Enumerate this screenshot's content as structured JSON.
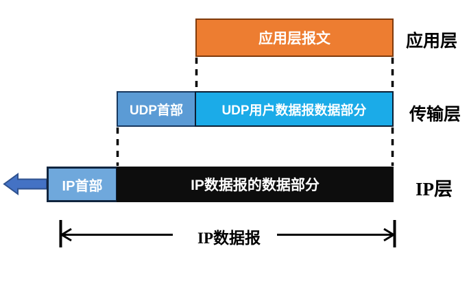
{
  "layers": {
    "application": {
      "label": "应用层",
      "message": "应用层报文"
    },
    "transport": {
      "label": "传输层",
      "header": "UDP首部",
      "data": "UDP用户数据报数据部分"
    },
    "ip": {
      "label": "IP层",
      "header": "IP首部",
      "data": "IP数据报的数据部分"
    }
  },
  "measure": {
    "label": "IP数据报"
  },
  "colors": {
    "app_fill": "#ED7D31",
    "udp_header_fill": "#5B9BD5",
    "udp_data_fill": "#1BABE8",
    "ip_header_fill": "#6FA8DC",
    "ip_data_fill": "#0D0D0D",
    "arrow_fill": "#4472C4",
    "arrow_border": "#2F528F",
    "line_color": "#000000"
  }
}
